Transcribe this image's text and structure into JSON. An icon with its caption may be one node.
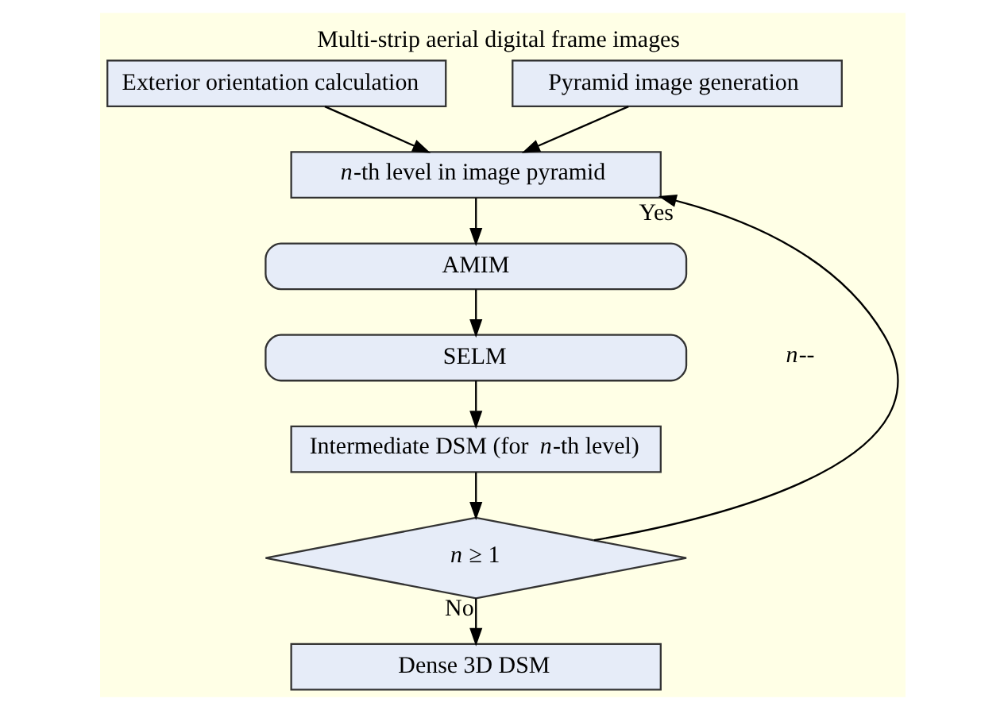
{
  "diagram": {
    "title": "Multi-strip aerial digital frame images",
    "nodes": [
      {
        "text": [
          "Exterior orientation calculation"
        ]
      },
      {
        "text": [
          "Pyramid image generation"
        ]
      },
      {
        "text": [
          "*n*-th level in image pyramid"
        ]
      },
      {
        "text": [
          "AMIM"
        ]
      },
      {
        "text": [
          "SELM"
        ]
      },
      {
        "text": [
          "Intermediate DSM (for *n*-th level)"
        ]
      },
      {
        "text": [
          "*n* ≥ 1"
        ]
      },
      {
        "text": [
          "Dense 3D DSM"
        ]
      }
    ],
    "edges": [
      {
        "from": 0,
        "to": 2,
        "arrow": "to"
      },
      {
        "from": 1,
        "to": 2,
        "arrow": "to"
      },
      {
        "from": 2,
        "to": 3,
        "arrow": "to"
      },
      {
        "from": 3,
        "to": 4,
        "arrow": "to"
      },
      {
        "from": 4,
        "to": 5,
        "arrow": "to"
      },
      {
        "from": 5,
        "to": 6,
        "arrow": "to"
      },
      {
        "from": 6,
        "to": 7,
        "arrow": "to",
        "label": "No"
      },
      {
        "from": 6,
        "to": 2,
        "arrow": "to",
        "label": "Yes"
      }
    ],
    "labels": [
      "*n*--"
    ]
  }
}
